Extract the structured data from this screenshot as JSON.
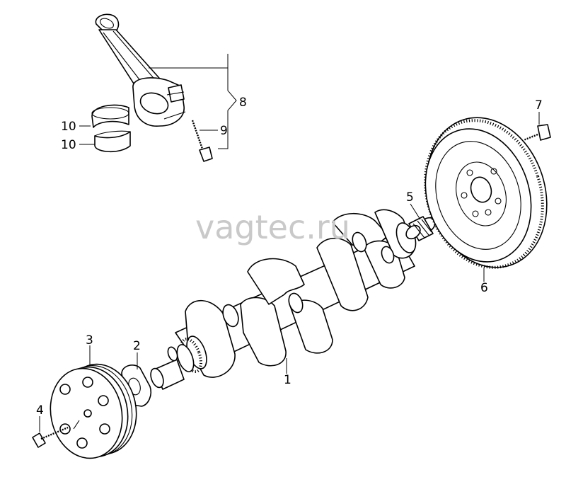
{
  "watermark": "vagtec.ru",
  "callouts": {
    "c1": "1",
    "c2": "2",
    "c3": "3",
    "c4": "4",
    "c5": "5",
    "c6": "6",
    "c7": "7",
    "c8": "8",
    "c9": "9",
    "c10a": "10",
    "c10b": "10"
  }
}
